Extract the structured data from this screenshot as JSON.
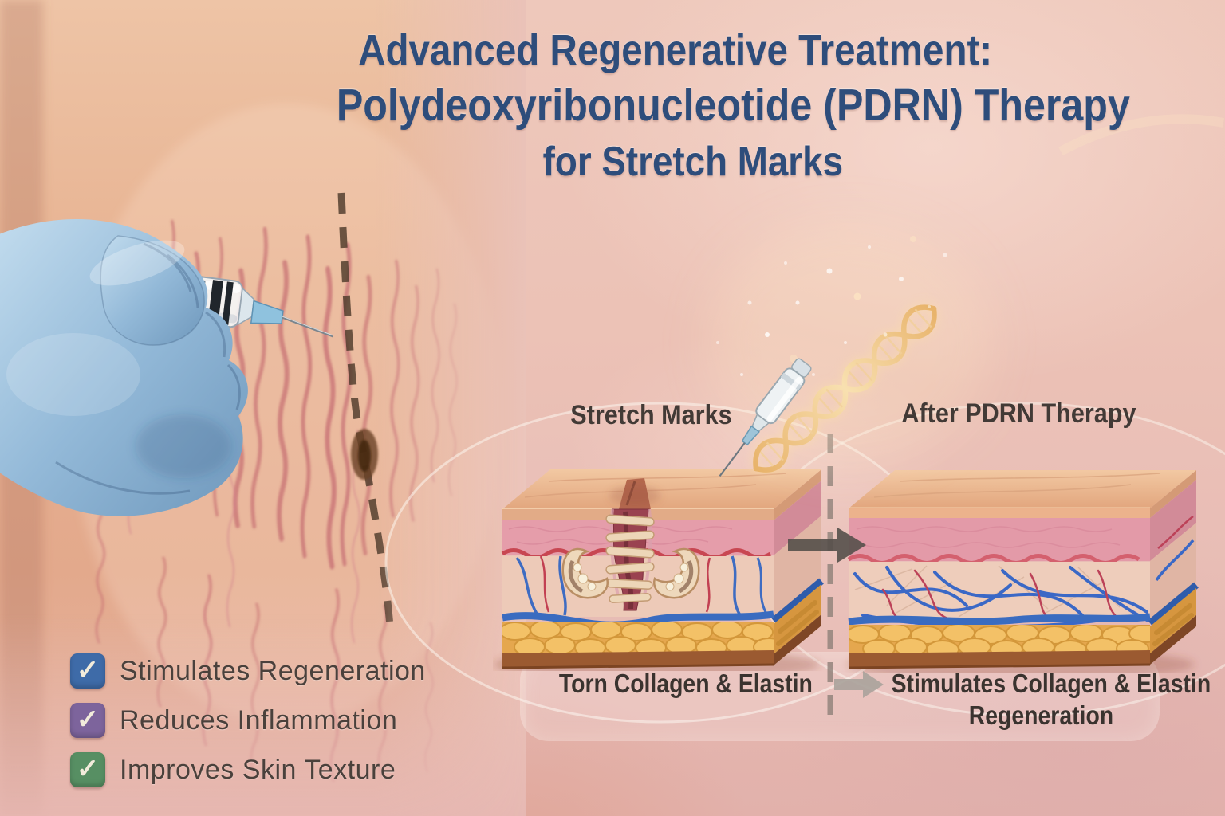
{
  "header": {
    "line1": "Advanced Regenerative Treatment:",
    "line2": "Polydeoxyribonucleotide (PDRN) Therapy",
    "line3": "for Stretch Marks"
  },
  "comparison": {
    "before_label": "Stretch Marks",
    "after_label": "After PDRN Therapy",
    "before_caption": "Torn Collagen & Elastin",
    "after_caption_line1": "Stimulates Collagen & Elastin",
    "after_caption_line2": "Regeneration"
  },
  "benefits": {
    "check_glyph": "✓",
    "items": [
      {
        "label": "Stimulates Regeneration",
        "color": "#3e6ba8"
      },
      {
        "label": "Reduces Inflammation",
        "color": "#7d649c"
      },
      {
        "label": "Improves Skin Texture",
        "color": "#578f63"
      }
    ]
  },
  "colors": {
    "title_text": "#2e4d7b",
    "label_text": "#423a36",
    "caption_text": "#3a332f",
    "benefit_text": "#4a413c",
    "checkmark": "#f2ecdb",
    "compare_arrow": "#55504a",
    "caption_arrow": "#aaa29b",
    "dna_gold": "#eec48c",
    "glove_blue": "#8fb4d4",
    "vessel_blue": "#3a6cc0",
    "vessel_red": "#bc4258",
    "fat_yellow": "#f3c167"
  },
  "icons": {
    "gloved_hand": "gloved-hand",
    "syringe": "syringe",
    "injection_syringe": "injection-syringe",
    "dna": "dna-helix",
    "check": "checkmark",
    "compare_arrow": "arrow-right",
    "caption_arrow": "arrow-right"
  }
}
